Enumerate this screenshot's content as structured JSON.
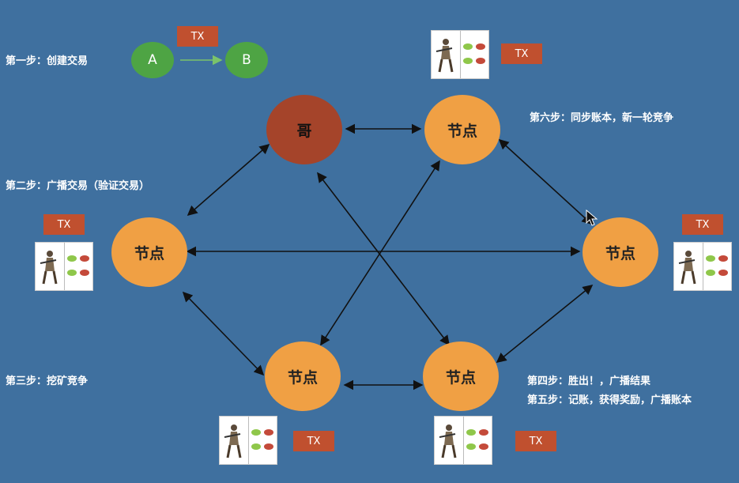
{
  "steps": {
    "s1": "第一步：创建交易",
    "s2": "第二步：广播交易（验证交易）",
    "s3": "第三步：挖矿竞争",
    "s4": "第四步：胜出！，广播结果",
    "s5": "第五步：记账，获得奖励，广播账本",
    "s6": "第六步：同步账本，新一轮竞争"
  },
  "nodes": {
    "top_left": "哥",
    "top_right": "节点",
    "left": "节点",
    "right": "节点",
    "bottom_left": "节点",
    "bottom_right": "节点"
  },
  "transaction": {
    "from": "A",
    "to": "B",
    "label": "TX"
  },
  "tx_label": "TX",
  "colors": {
    "background": "#3f709f",
    "node": "#f0a044",
    "winner_node": "#a5442a",
    "wallet_node": "#4ea444",
    "tx_box": "#c0502f"
  }
}
